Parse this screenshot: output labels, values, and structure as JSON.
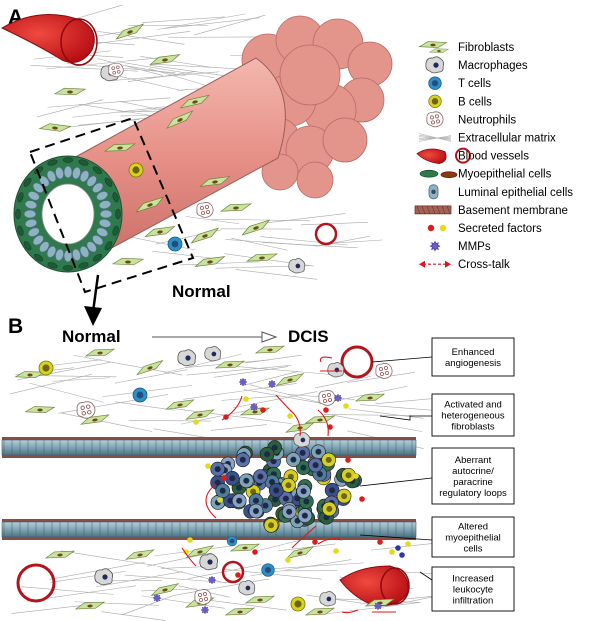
{
  "panel_a": {
    "letter": "A",
    "normal_label": "Normal"
  },
  "legend": [
    {
      "label": "Fibroblasts",
      "icon": "fibroblast"
    },
    {
      "label": "Macrophages",
      "icon": "macrophage"
    },
    {
      "label": "T cells",
      "icon": "t-cell"
    },
    {
      "label": "B cells",
      "icon": "b-cell"
    },
    {
      "label": "Neutrophils",
      "icon": "neutrophil"
    },
    {
      "label": "Extracellular matrix",
      "icon": "ecm"
    },
    {
      "label": "Blood vessels",
      "icon": "blood-vessel"
    },
    {
      "label": "Myoepithelial cells",
      "icon": "myoepithelial"
    },
    {
      "label": "Luminal epithelial cells",
      "icon": "luminal"
    },
    {
      "label": "Basement membrane",
      "icon": "basement-membrane"
    },
    {
      "label": "Secreted factors",
      "icon": "secreted-factors"
    },
    {
      "label": "MMPs",
      "icon": "mmp"
    },
    {
      "label": "Cross-talk",
      "icon": "cross-talk"
    }
  ],
  "panel_b": {
    "letter": "B",
    "from_label": "Normal",
    "to_label": "DCIS",
    "callouts": [
      {
        "lines": [
          "Enhanced",
          "angiogenesis"
        ]
      },
      {
        "lines": [
          "Activated and",
          "heterogeneous",
          "fibroblasts"
        ]
      },
      {
        "lines": [
          "Aberrant",
          "autocrine/",
          "paracrine",
          "regulatory loops"
        ]
      },
      {
        "lines": [
          "Altered",
          "myoepithelial",
          "cells"
        ]
      },
      {
        "lines": [
          "Increased",
          "leukocyte",
          "infiltration"
        ]
      }
    ]
  },
  "colors": {
    "fibroblast_fill": "#c9e39a",
    "duct_pink": "#e9968e",
    "tumor_pink": "#e3958c",
    "vessel_red": "#d9141b",
    "myoepithelial_green": "#2f7a4c",
    "luminal_blue": "#8fb2c2",
    "tcell_blue": "#2e8fc7",
    "bcell_yellow": "#d8d41e",
    "mmp_purple": "#6f5bd0",
    "crosstalk_red": "#e0141b"
  }
}
